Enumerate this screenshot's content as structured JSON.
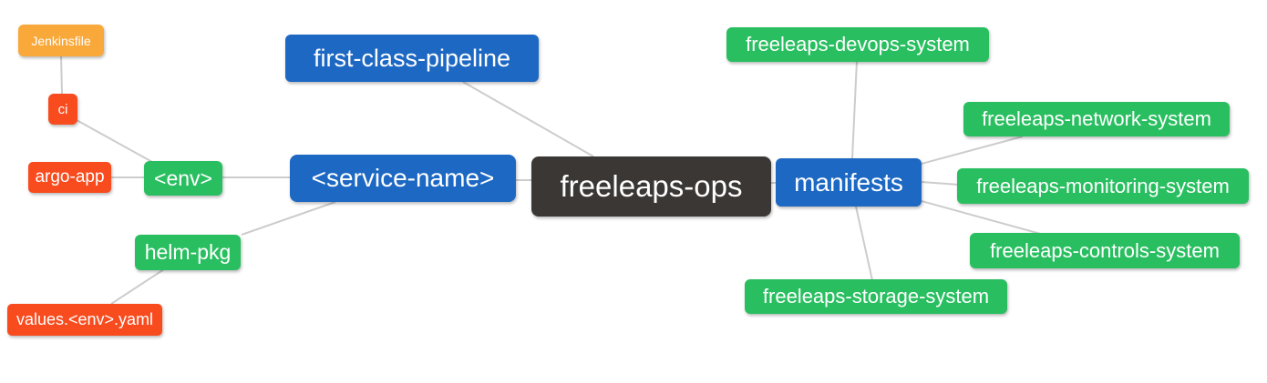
{
  "diagram_title": "freeleaps-ops mind map",
  "colors": {
    "blue": "#1D68C3",
    "green": "#29BF60",
    "red": "#F84B1E",
    "orange": "#F9A83A",
    "dark": "#3B3734",
    "edge": "#CCCCCC",
    "text": "#FFFFFF",
    "background": "#FFFFFF"
  },
  "nodes": {
    "jenkinsfile": {
      "label": "Jenkinsfile",
      "color": "orange"
    },
    "ci": {
      "label": "ci",
      "color": "red"
    },
    "argo_app": {
      "label": "argo-app",
      "color": "red"
    },
    "env": {
      "label": "<env>",
      "color": "green"
    },
    "helm_pkg": {
      "label": "helm-pkg",
      "color": "green"
    },
    "values_env_yaml": {
      "label": "values.<env>.yaml",
      "color": "red"
    },
    "first_class_pipeline": {
      "label": "first-class-pipeline",
      "color": "blue"
    },
    "service_name": {
      "label": "<service-name>",
      "color": "blue"
    },
    "freeleaps_ops": {
      "label": "freeleaps-ops",
      "color": "dark"
    },
    "manifests": {
      "label": "manifests",
      "color": "blue"
    },
    "devops_system": {
      "label": "freeleaps-devops-system",
      "color": "green"
    },
    "network_system": {
      "label": "freeleaps-network-system",
      "color": "green"
    },
    "monitoring_system": {
      "label": "freeleaps-monitoring-system",
      "color": "green"
    },
    "controls_system": {
      "label": "freeleaps-controls-system",
      "color": "green"
    },
    "storage_system": {
      "label": "freeleaps-storage-system",
      "color": "green"
    }
  },
  "edges": [
    {
      "from": "jenkinsfile",
      "to": "ci"
    },
    {
      "from": "ci",
      "to": "env"
    },
    {
      "from": "argo_app",
      "to": "env"
    },
    {
      "from": "env",
      "to": "service_name"
    },
    {
      "from": "helm_pkg",
      "to": "service_name"
    },
    {
      "from": "values_env_yaml",
      "to": "helm_pkg"
    },
    {
      "from": "first_class_pipeline",
      "to": "freeleaps_ops"
    },
    {
      "from": "service_name",
      "to": "freeleaps_ops"
    },
    {
      "from": "freeleaps_ops",
      "to": "manifests"
    },
    {
      "from": "manifests",
      "to": "devops_system"
    },
    {
      "from": "manifests",
      "to": "network_system"
    },
    {
      "from": "manifests",
      "to": "monitoring_system"
    },
    {
      "from": "manifests",
      "to": "controls_system"
    },
    {
      "from": "manifests",
      "to": "storage_system"
    }
  ]
}
